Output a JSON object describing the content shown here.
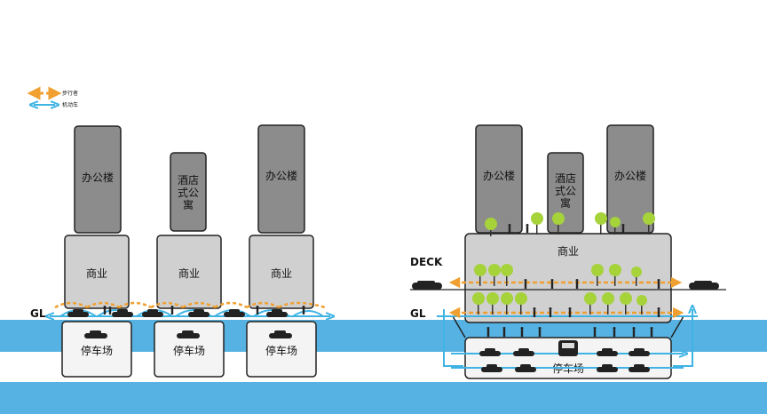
{
  "legend": {
    "pedestrian": {
      "label": "步行者",
      "color": "#f0a030"
    },
    "vehicle": {
      "label": "机动车",
      "color": "#3fb4e4"
    }
  },
  "colors": {
    "ground": "#56b2e2",
    "tower": "#8c8c8c",
    "podium": "#d0d0d0",
    "parking_fill": "#f4f4f4",
    "tree": "#a6d23a"
  },
  "left": {
    "level_label": "GL",
    "towers": [
      {
        "label": "办公楼"
      },
      {
        "label": "酒店式公寓"
      },
      {
        "label": "办公楼"
      }
    ],
    "podiums": [
      {
        "label": "商业"
      },
      {
        "label": "商业"
      },
      {
        "label": "商业"
      }
    ],
    "parkings": [
      {
        "label": "停车场"
      },
      {
        "label": "停车场"
      },
      {
        "label": "停车场"
      }
    ]
  },
  "right": {
    "deck_label": "DECK",
    "gl_label": "GL",
    "towers": [
      {
        "label": "办公楼"
      },
      {
        "label": "酒店式公寓"
      },
      {
        "label": "办公楼"
      }
    ],
    "podium": {
      "label": "商业"
    },
    "parking": {
      "label": "停车场"
    }
  }
}
